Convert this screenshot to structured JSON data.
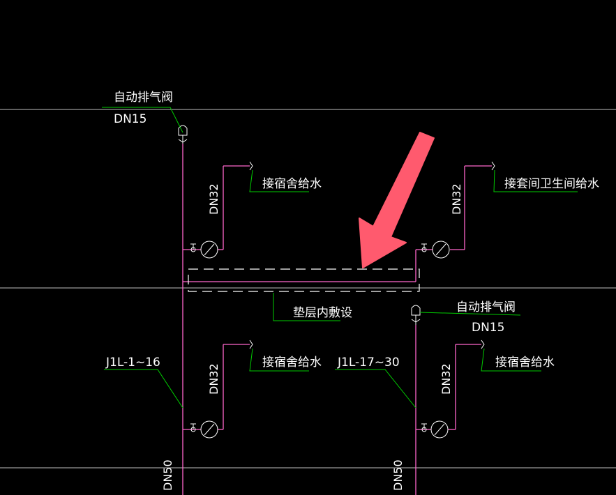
{
  "labels": {
    "air_valve_top": "自动排气阀",
    "dn15_top": "DN15",
    "air_valve_right": "自动排气阀",
    "dn15_right": "DN15",
    "dorm_supply_1": "接宿舍给水",
    "suite_bath_supply": "接套间卫生间给水",
    "cushion_layer": "垫层内敷设",
    "riser_1_16": "J1L-1~16",
    "riser_17_30": "J1L-17~30",
    "dorm_supply_2": "接宿舍给水",
    "dorm_supply_3": "接宿舍给水",
    "dn32_a": "DN32",
    "dn32_b": "DN32",
    "dn32_c": "DN32",
    "dn32_d": "DN32",
    "dn50_a": "DN50",
    "dn50_b": "DN50"
  },
  "colors": {
    "background": "#000000",
    "pipe": "#ff66cc",
    "leader": "#00cc00",
    "floor_line": "#bfbfbf",
    "symbol": "#ffffff",
    "arrow": "#ff5a6e"
  }
}
